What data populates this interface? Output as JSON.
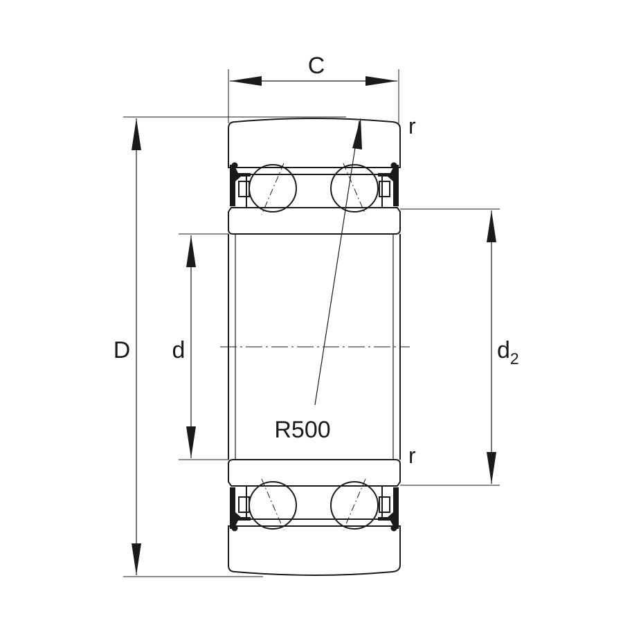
{
  "labels": {
    "width": "C",
    "outer_diameter": "D",
    "bore_diameter": "d",
    "inner_ring_diameter_main": "d",
    "inner_ring_diameter_sub": "2",
    "radius_top": "r",
    "radius_bottom": "r",
    "crown_radius": "R500"
  },
  "colors": {
    "line": "#1a1a1a",
    "background": "#ffffff"
  }
}
